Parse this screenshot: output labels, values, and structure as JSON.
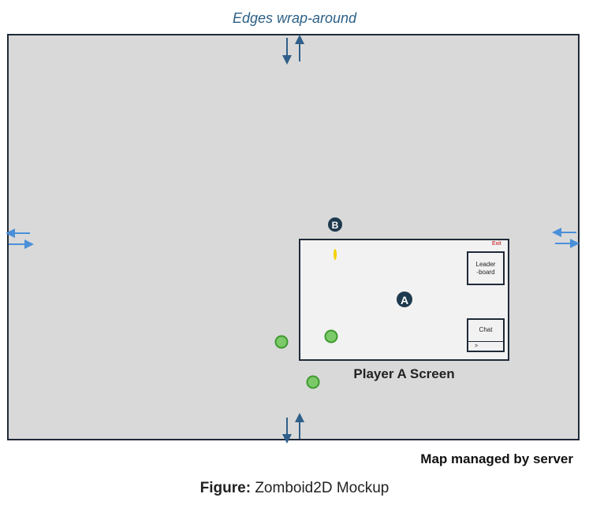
{
  "diagram": {
    "wrap_label": "Edges wrap-around",
    "player_a_marker": "A",
    "player_b_marker": "B",
    "screen_label": "Player A Screen",
    "map_label": "Map managed by server",
    "caption_prefix": "Figure:",
    "caption_text": " Zomboid2D Mockup"
  },
  "ui": {
    "exit_label": "Exit",
    "leaderboard_label": "Leader\n-board",
    "chat_label": "Chat",
    "chat_prompt": ">"
  },
  "colors": {
    "arrow": "#2f5f8a",
    "arrow_light": "#4a90d9",
    "marker_fill": "#1f3a4f",
    "zombie_fill": "#7cc96a",
    "zombie_stroke": "#3d9a2e",
    "bullet": "#f5d000",
    "exit": "#c00000"
  }
}
